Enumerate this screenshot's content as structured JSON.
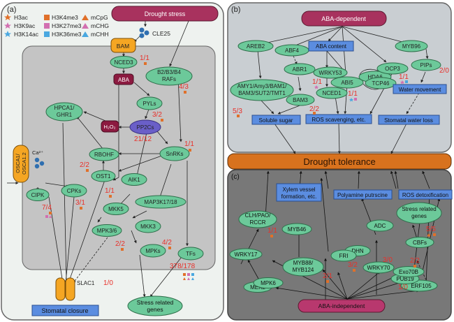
{
  "panels": {
    "a": {
      "label": "(a)",
      "legend": [
        {
          "icon": "star",
          "color": "#e0702a",
          "label": "H3ac"
        },
        {
          "icon": "star",
          "color": "#d26fb0",
          "label": "H3K9ac"
        },
        {
          "icon": "star",
          "color": "#4aa8e0",
          "label": "H3K14ac"
        },
        {
          "icon": "square",
          "color": "#e0702a",
          "label": "H3K4me3"
        },
        {
          "icon": "square",
          "color": "#d26fb0",
          "label": "H3K27me3"
        },
        {
          "icon": "square",
          "color": "#4aa8e0",
          "label": "H3K36me3"
        },
        {
          "icon": "triangle",
          "color": "#e0702a",
          "label": "mCpG"
        },
        {
          "icon": "triangle",
          "color": "#d26fb0",
          "label": "mCHG"
        },
        {
          "icon": "triangle",
          "color": "#4aa8e0",
          "label": "mCHH"
        }
      ],
      "nodes": {
        "drought_stress": "Drought stress",
        "cle25": "CLE25",
        "bam": "BAM",
        "nced3": "NCED3",
        "aba": "ABA",
        "rafs_line1": "B2/B3/B4",
        "rafs_line2": "RAFs",
        "pyls": "PYLs",
        "pp2cs": "PP2Cs",
        "h2o2": "H₂O₂",
        "hpca1_line1": "HPCA1/",
        "hpca1_line2": "GHR1",
        "rbohf": "RBOHF",
        "snrks": "SnRKs",
        "ost1": "OST1",
        "osca_line1": "OSCA1/",
        "osca_line2": "OSCA1.2",
        "ca": "Ca²⁺",
        "cipk": "CIPK",
        "cpks": "CPKs",
        "aik1": "AIK1",
        "mkk5": "MKK5",
        "mpk36": "MPK3/6",
        "map3k": "MAP3K17/18",
        "mkk3": "MKK3",
        "mpks": "MPKs",
        "tfs": "TFs",
        "slac1": "SLAC1",
        "stomatal_closure": "Stomatal closure",
        "stress_genes_line1": "Stress related",
        "stress_genes_line2": "genes"
      },
      "counts": {
        "nced3": "1/1",
        "rafs": "4/3",
        "pyls": "3/2",
        "pp2cs": "21/12",
        "snrks": "1/1",
        "rbohf": "2/2",
        "ost1": "1/1",
        "cipk": "7/4",
        "cpks": "3/1",
        "mpk36": "2/2",
        "mpks": "4/2",
        "tfs": "378/178",
        "slac1": "1/0"
      }
    },
    "b": {
      "label": "(b)",
      "nodes": {
        "aba_dependent": "ABA-dependent",
        "areb2": "AREB2",
        "abf4": "ABF4",
        "aba_content": "ABA content",
        "myb96": "MYB96",
        "abr1": "ABR1",
        "wrky53": "WRKY53",
        "hda6": "HDA6",
        "abi5": "ABI5",
        "tcp46": "TCP46",
        "ocp3": "OCP3",
        "pips": "PIPs",
        "amy_line1": "AMY1/Amy3/BAM1/",
        "amy_line2": "BAM3/SUT2/TMT1",
        "bam3": "BAM3",
        "nced1": "NCED1",
        "water_movement": "Water movement",
        "soluble_sugar": "Soluble sugar",
        "ros_scavenging": "ROS scavenging, etc.",
        "stomatal_water_loss": "Stomatal water loss"
      },
      "counts": {
        "wrky53": "1/1",
        "abi5": "1/1",
        "ocp3": "1/1",
        "pips": "2/0",
        "amy": "5/3",
        "bam3": "2/2"
      }
    },
    "drought_tolerance": "Drought tolerance",
    "c": {
      "label": "(c)",
      "nodes": {
        "xylem_line1": "Xylem vessel",
        "xylem_line2": "formation, etc.",
        "polyamine": "Polyamine putrscine",
        "ros_detox": "ROS detoxification",
        "stress_genes_line1": "Stress related",
        "stress_genes_line2": "genes",
        "clh_line1": "CLH/PAO/",
        "clh_line2": "RCCR",
        "myb46": "MYB46",
        "adc": "ADC",
        "cbfs": "CBFs",
        "wrky17": "WRKY17",
        "dhn": "DHN",
        "fri": "FRI",
        "wrky70": "WRKY70",
        "myb88_line1": "MYB88/",
        "myb88_line2": "MYB124",
        "exo70b": "Exo70B",
        "pub19": "PUB19",
        "erf105": "ERF105",
        "mek2": "MEK2",
        "mpk6": "MPK6",
        "aba_independent": "ABA-independent"
      },
      "counts": {
        "clh": "1/1",
        "stress_genes": "5/5",
        "fri": "3/2",
        "wrky70": "3/0",
        "myb88": "2/1",
        "exo70b": "2/2",
        "pub19": "1/0"
      }
    }
  },
  "colors": {
    "green_node": "#6cc99a",
    "magenta_node": "#a8325e",
    "orange_node": "#f5a623",
    "blue_box": "#5b8de0",
    "purple_node": "#6a5fc8",
    "count_red": "#e8302a",
    "drought_bar": "#d8721e"
  }
}
